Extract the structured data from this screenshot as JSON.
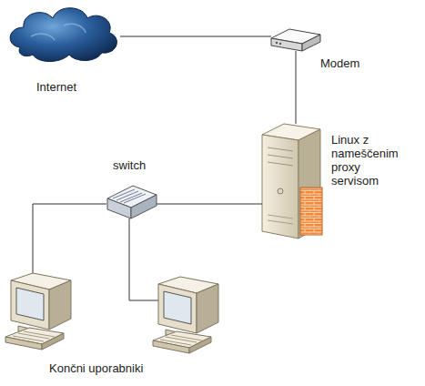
{
  "diagram": {
    "nodes": [
      {
        "text": [
          "Internet"
        ]
      },
      {
        "text": [
          "Modem"
        ]
      },
      {
        "text": [
          "Linux z nameščenim proxy servisom"
        ]
      },
      {
        "text": [
          "switch"
        ]
      }
    ],
    "edges": [
      {
        "from": 0,
        "to": 1,
        "arrow": "none"
      },
      {
        "from": 1,
        "to": 2,
        "arrow": "none"
      },
      {
        "from": 2,
        "to": 3,
        "arrow": "none"
      }
    ],
    "labels": [
      "Končni uporabniki"
    ]
  }
}
